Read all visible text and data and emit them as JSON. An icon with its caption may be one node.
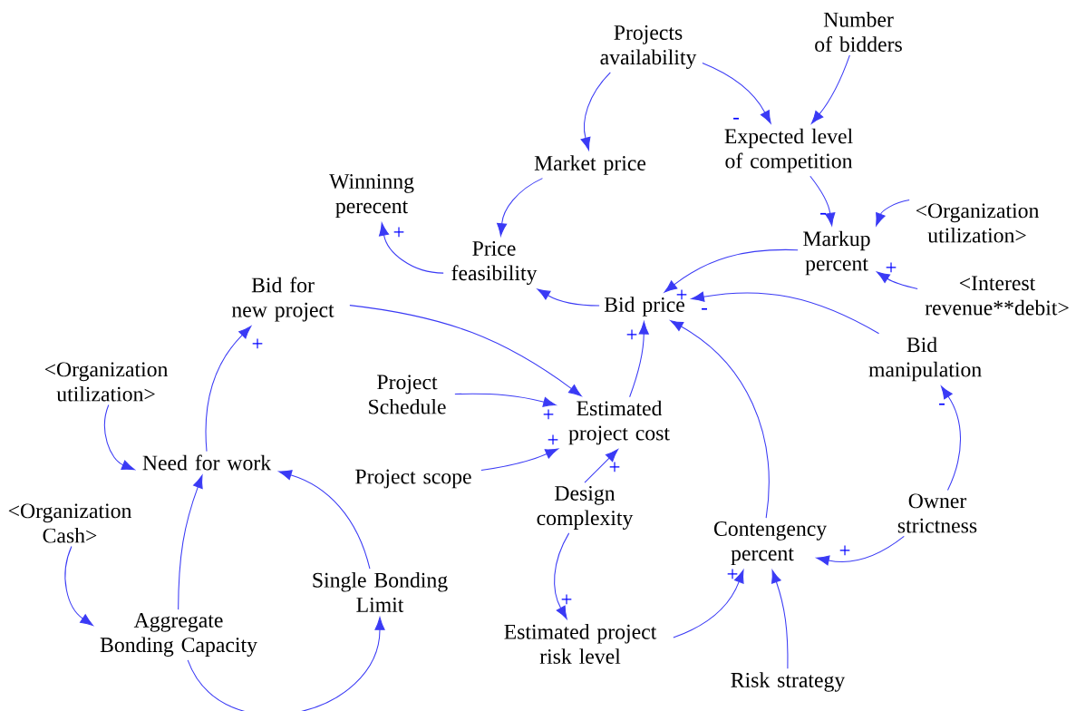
{
  "diagram": {
    "nodes": [
      {
        "text": [
          "Projects availability"
        ]
      },
      {
        "text": [
          "Number of bidders"
        ]
      },
      {
        "text": [
          "Market price"
        ]
      },
      {
        "text": [
          "Expected level of competition"
        ]
      },
      {
        "text": [
          "Winninng perecent"
        ]
      },
      {
        "text": [
          "Price feasibility"
        ]
      },
      {
        "text": [
          "Markup percent"
        ]
      },
      {
        "text": [
          "<Organization utilization>"
        ]
      },
      {
        "text": [
          "<Interest revenue**debit>"
        ]
      },
      {
        "text": [
          "Bid for new project"
        ]
      },
      {
        "text": [
          "Bid price"
        ]
      },
      {
        "text": [
          "Bid manipulation"
        ]
      },
      {
        "text": [
          "<Organization utilization>"
        ]
      },
      {
        "text": [
          "Project Schedule"
        ]
      },
      {
        "text": [
          "Estimated project cost"
        ]
      },
      {
        "text": [
          "Need for work"
        ]
      },
      {
        "text": [
          "Project scope"
        ]
      },
      {
        "text": [
          "Design complexity"
        ]
      },
      {
        "text": [
          "<Organization Cash>"
        ]
      },
      {
        "text": [
          "Owner strictness"
        ]
      },
      {
        "text": [
          "Contengency percent"
        ]
      },
      {
        "text": [
          "Single Bonding Limit"
        ]
      },
      {
        "text": [
          "Aggregate Bonding Capacity"
        ]
      },
      {
        "text": [
          "Estimated project risk level"
        ]
      },
      {
        "text": [
          "Risk strategy"
        ]
      }
    ],
    "edges": [
      {
        "from": 0,
        "to": 2,
        "arrow": "to"
      },
      {
        "from": 0,
        "to": 3,
        "arrow": "to",
        "label": "-"
      },
      {
        "from": 1,
        "to": 3,
        "arrow": "to"
      },
      {
        "from": 3,
        "to": 6,
        "arrow": "to",
        "label": "-"
      },
      {
        "from": 7,
        "to": 6,
        "arrow": "to"
      },
      {
        "from": 8,
        "to": 6,
        "arrow": "to",
        "label": "+"
      },
      {
        "from": 2,
        "to": 5,
        "arrow": "to"
      },
      {
        "from": 5,
        "to": 4,
        "arrow": "to",
        "label": "+"
      },
      {
        "from": 6,
        "to": 10,
        "arrow": "to"
      },
      {
        "from": 11,
        "to": 10,
        "arrow": "to",
        "label": "+"
      },
      {
        "from": 20,
        "to": 10,
        "arrow": "to",
        "label": "-"
      },
      {
        "from": 10,
        "to": 5,
        "arrow": "to"
      },
      {
        "from": 14,
        "to": 10,
        "arrow": "to",
        "label": "+"
      },
      {
        "from": 9,
        "to": 14,
        "arrow": "to"
      },
      {
        "from": 13,
        "to": 14,
        "arrow": "to",
        "label": "+"
      },
      {
        "from": 16,
        "to": 14,
        "arrow": "to",
        "label": "+"
      },
      {
        "from": 17,
        "to": 14,
        "arrow": "to",
        "label": "+"
      },
      {
        "from": 17,
        "to": 23,
        "arrow": "to",
        "label": "+"
      },
      {
        "from": 23,
        "to": 20,
        "arrow": "to",
        "label": "+"
      },
      {
        "from": 19,
        "to": 20,
        "arrow": "to",
        "label": "+"
      },
      {
        "from": 24,
        "to": 20,
        "arrow": "to"
      },
      {
        "from": 19,
        "to": 11,
        "arrow": "to",
        "label": "-"
      },
      {
        "from": 15,
        "to": 9,
        "arrow": "to",
        "label": "+"
      },
      {
        "from": 12,
        "to": 15,
        "arrow": "to"
      },
      {
        "from": 22,
        "to": 15,
        "arrow": "to"
      },
      {
        "from": 21,
        "to": 15,
        "arrow": "to"
      },
      {
        "from": 18,
        "to": 22,
        "arrow": "to"
      },
      {
        "from": 22,
        "to": 21,
        "arrow": "to"
      }
    ]
  }
}
